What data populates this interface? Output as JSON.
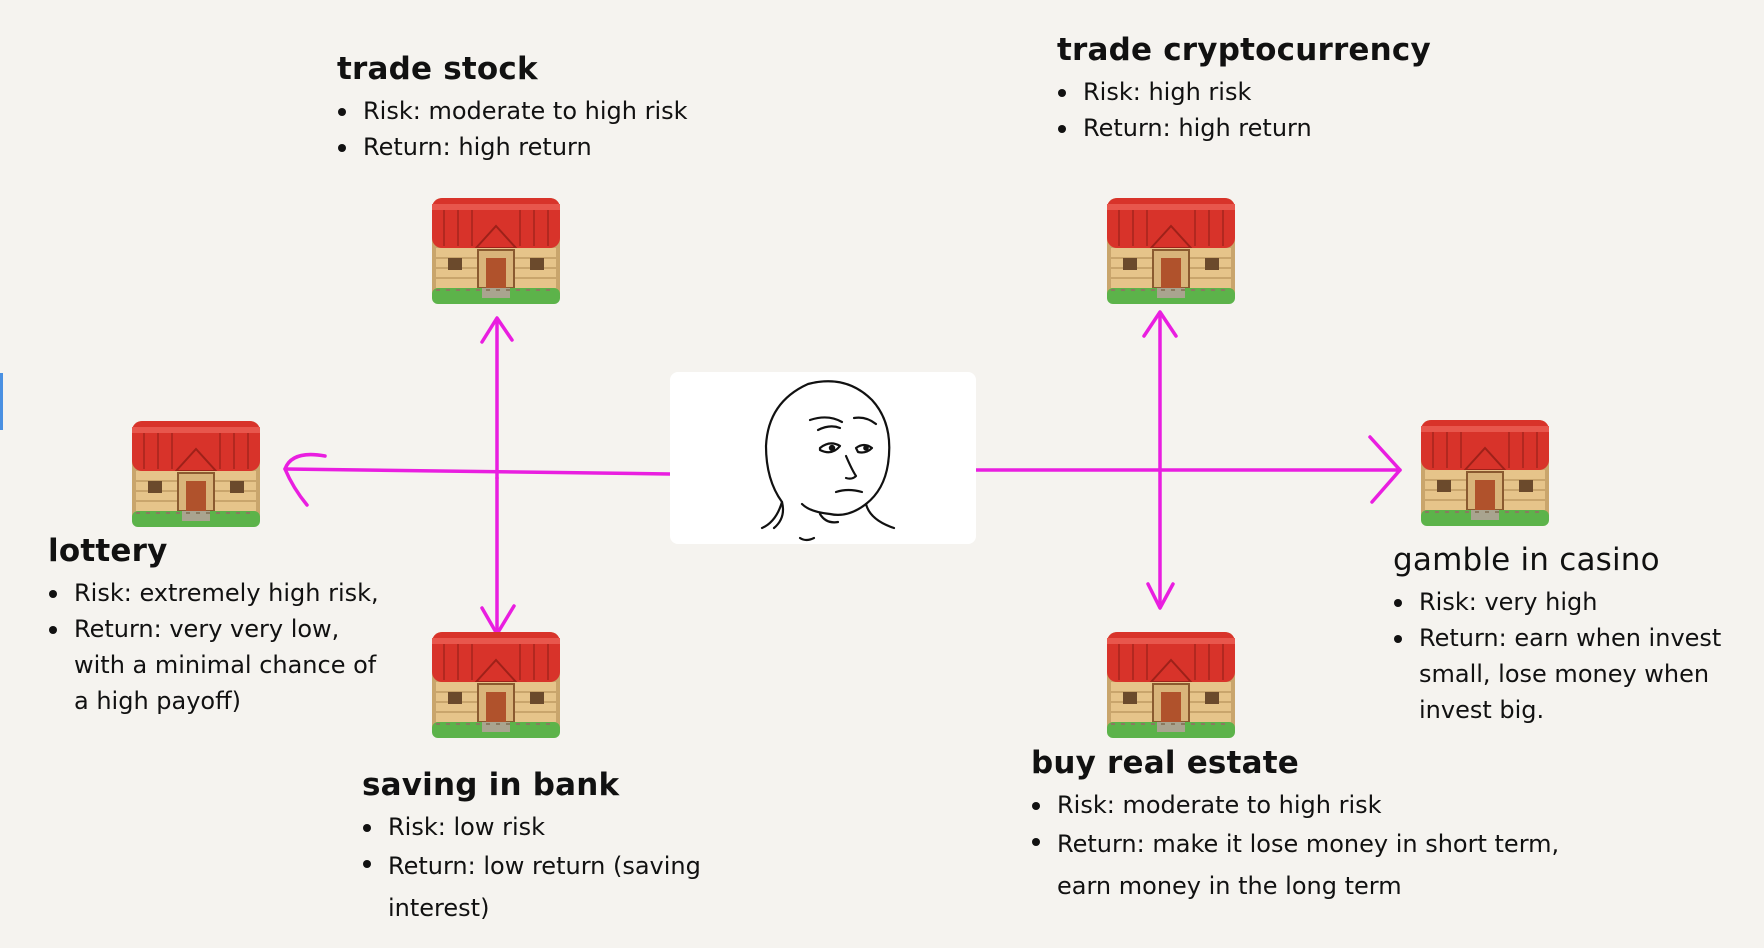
{
  "diagram": {
    "center": {
      "image": "thinking-person-face"
    },
    "colors": {
      "arrow": "#e91ee0",
      "background": "#f5f3ef",
      "roof": "#d8332a",
      "wall": "#e6c48a",
      "grass": "#5cb34a"
    },
    "options": {
      "trade_stock": {
        "title": "trade stock",
        "risk": "Risk: moderate to high risk",
        "return": "Return: high return"
      },
      "trade_crypto": {
        "title": "trade cryptocurrency",
        "risk": "Risk: high risk",
        "return": "Return: high return"
      },
      "lottery": {
        "title": "lottery",
        "risk": "Risk: extremely high risk,",
        "return_1": "Return: very very low,",
        "return_2": "with a minimal chance of",
        "return_3": "a high payoff)"
      },
      "saving_bank": {
        "title": "saving in bank",
        "risk": "Risk: low risk",
        "return_1": "Return: low return (saving",
        "return_2": "interest)"
      },
      "real_estate": {
        "title": "buy real estate",
        "risk": "Risk: moderate to high risk",
        "return_1": "Return: make it lose money in short term,",
        "return_2": "earn money in the long term"
      },
      "casino": {
        "title": "gamble in casino",
        "risk": "Risk: very high",
        "return_1": "Return: earn when invest",
        "return_2": "small, lose money when",
        "return_3": "invest big."
      }
    }
  }
}
